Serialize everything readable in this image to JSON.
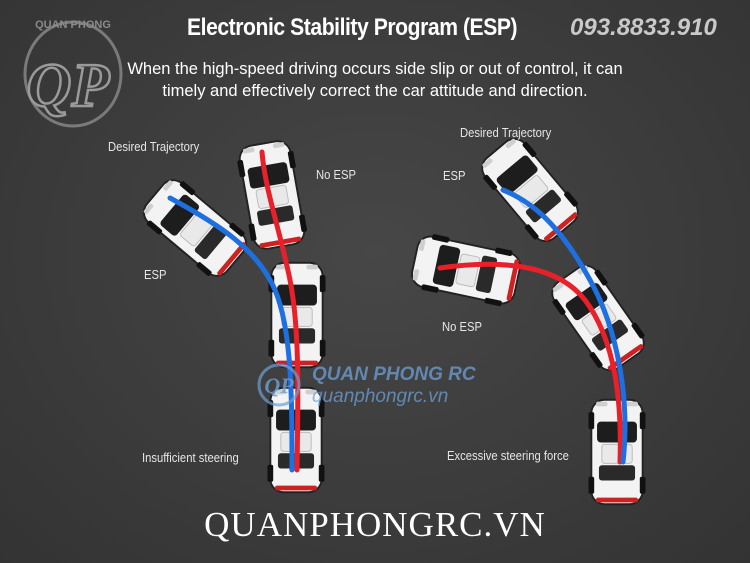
{
  "header": {
    "title": "Electronic Stability Program (ESP)",
    "phone": "093.8833.910",
    "description": "When the high-speed driving occurs side slip or out of control, it can timely and effectively correct the car attitude and direction."
  },
  "logo": {
    "text": "QUAN PHONG",
    "initials": "QP"
  },
  "left_scenario": {
    "desired": "Desired Trajectory",
    "no_esp": "No ESP",
    "esp": "ESP",
    "caption": "Insufficient steering"
  },
  "right_scenario": {
    "desired": "Desired Trajectory",
    "esp": "ESP",
    "no_esp": "No ESP",
    "caption": "Excessive steering force"
  },
  "watermark": {
    "line1": "QUAN PHONG RC",
    "line2": "quanphongrc.vn"
  },
  "footer": {
    "site": "QUANPHONGRC.VN"
  },
  "colors": {
    "no_esp_path": "#e8202a",
    "esp_path": "#1e6fe0",
    "background": "#3a3a3a",
    "car_body": "#f2f2f2"
  }
}
